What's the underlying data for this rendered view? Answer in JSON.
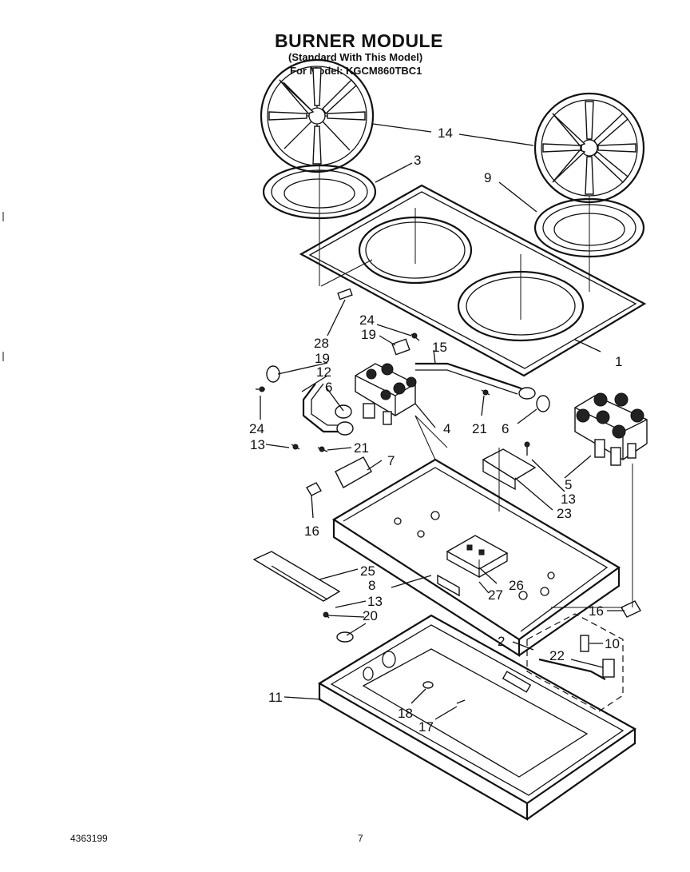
{
  "header": {
    "title": "BURNER MODULE",
    "subtitle": "(Standard With This Model)",
    "model": "For Model: KGCM860TBC1"
  },
  "footer": {
    "part_number": "4363199",
    "page_number": "7"
  },
  "callouts": {
    "c1": "1",
    "c2": "2",
    "c3": "3",
    "c4": "4",
    "c5": "5",
    "c6a": "6",
    "c6b": "6",
    "c7": "7",
    "c8": "8",
    "c9": "9",
    "c10": "10",
    "c11": "11",
    "c12": "12",
    "c13a": "13",
    "c13b": "13",
    "c13c": "13",
    "c14": "14",
    "c15": "15",
    "c16a": "16",
    "c16b": "16",
    "c17": "17",
    "c18": "18",
    "c19a": "19",
    "c19b": "19",
    "c20": "20",
    "c21a": "21",
    "c21b": "21",
    "c22": "22",
    "c23": "23",
    "c24a": "24",
    "c24b": "24",
    "c25": "25",
    "c26": "26",
    "c27": "27",
    "c28": "28"
  }
}
